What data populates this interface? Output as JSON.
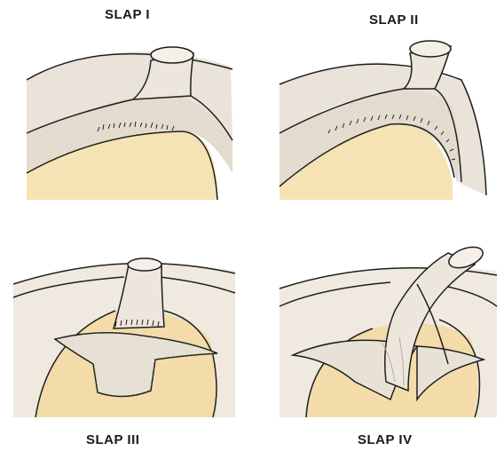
{
  "panels": [
    {
      "label": "SLAP I"
    },
    {
      "label": "SLAP II"
    },
    {
      "label": "SLAP III"
    },
    {
      "label": "SLAP IV"
    }
  ],
  "colors": {
    "tissue": "#e9e3d9",
    "tissue_shade": "#d6cdbd",
    "cartilage": "#f6e3b4",
    "cartilage_deep": "#efd08a",
    "outline": "#1f1f1f",
    "background": "#ffffff"
  }
}
